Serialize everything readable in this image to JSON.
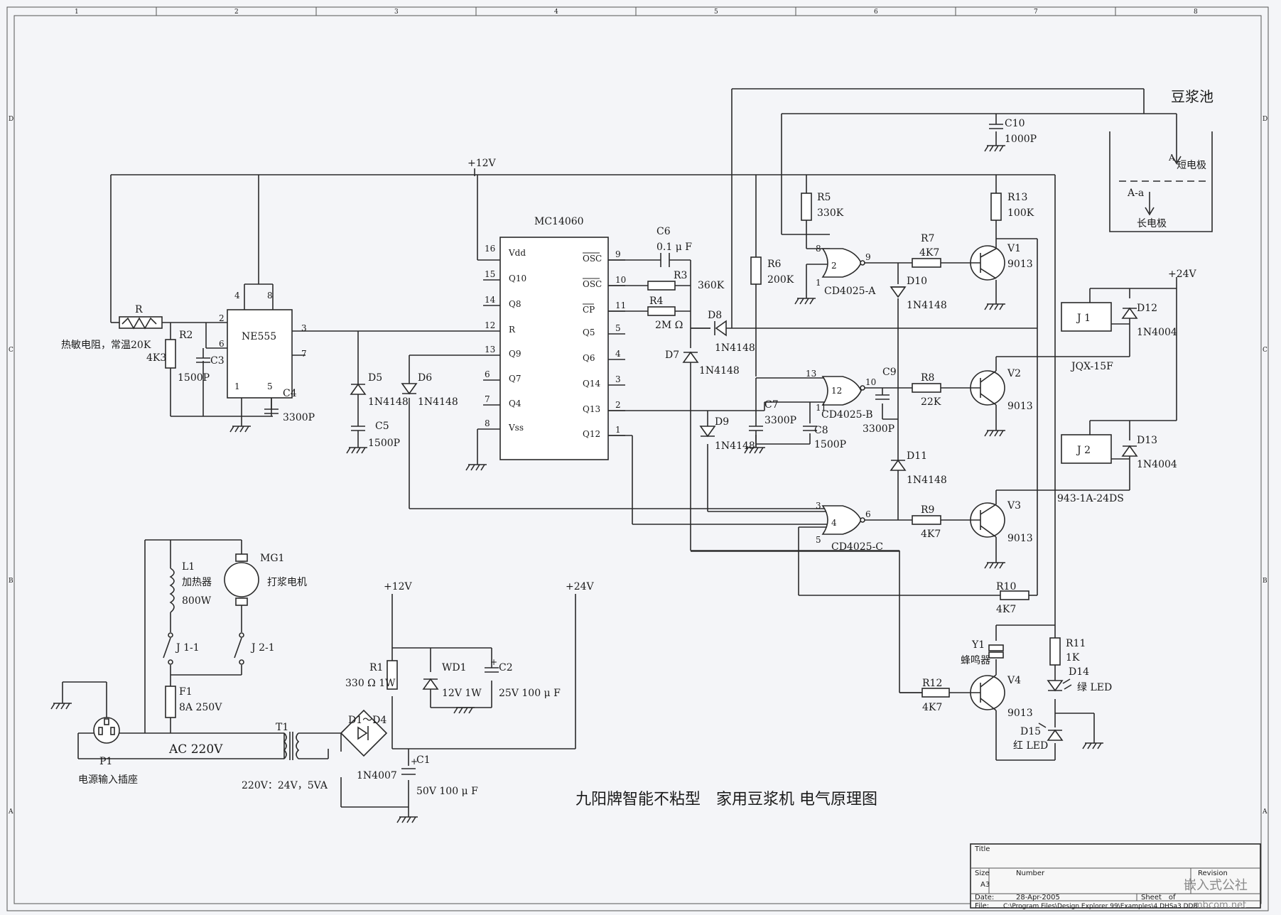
{
  "frame": {
    "col_marks": [
      "1",
      "2",
      "3",
      "4",
      "5",
      "6",
      "7",
      "8"
    ],
    "row_marks": [
      "D",
      "C",
      "B",
      "A"
    ]
  },
  "title": "九阳牌智能不粘型　家用豆浆机 电气原理图",
  "soy_tank": {
    "label": "豆浆池",
    "short_electrode": "短电极",
    "long_electrode": "长电极",
    "point_a": "A",
    "level": "A-a"
  },
  "rails": {
    "v12_main": "+12V",
    "v12_psu": "+12V",
    "v24_psu": "+24V",
    "v24_relay": "+24V"
  },
  "ics": {
    "ne555": {
      "name": "NE555",
      "pins": [
        "4",
        "8",
        "2",
        "6",
        "3",
        "7",
        "1",
        "5"
      ]
    },
    "mc14060": {
      "name": "MC14060",
      "left_pins": [
        {
          "num": "16",
          "name": "Vdd"
        },
        {
          "num": "15",
          "name": "Q10"
        },
        {
          "num": "14",
          "name": "Q8"
        },
        {
          "num": "12",
          "name": "R"
        },
        {
          "num": "13",
          "name": "Q9"
        },
        {
          "num": "6",
          "name": "Q7"
        },
        {
          "num": "7",
          "name": "Q4"
        },
        {
          "num": "8",
          "name": "Vss"
        }
      ],
      "right_pins": [
        {
          "num": "9",
          "name": "OSC"
        },
        {
          "num": "10",
          "name": "OSC"
        },
        {
          "num": "11",
          "name": "CP"
        },
        {
          "num": "5",
          "name": "Q5"
        },
        {
          "num": "4",
          "name": "Q6"
        },
        {
          "num": "3",
          "name": "Q14"
        },
        {
          "num": "2",
          "name": "Q13"
        },
        {
          "num": "1",
          "name": "Q12"
        }
      ]
    },
    "gate_a": {
      "name": "CD4025-A",
      "pins": [
        "8",
        "2",
        "1",
        "9"
      ]
    },
    "gate_b": {
      "name": "CD4025-B",
      "pins": [
        "13",
        "12",
        "11",
        "10"
      ]
    },
    "gate_c": {
      "name": "CD4025-C",
      "pins": [
        "3",
        "4",
        "5",
        "6"
      ]
    }
  },
  "components": {
    "thermistor": {
      "ref": "R",
      "note": "热敏电阻，常温20K"
    },
    "R2": {
      "ref": "R2",
      "value": "4K3"
    },
    "C3": {
      "ref": "C3",
      "value": "1500P"
    },
    "C4": {
      "ref": "C4",
      "value": "3300P"
    },
    "D5": {
      "ref": "D5",
      "value": "1N4148"
    },
    "D6": {
      "ref": "D6",
      "value": "1N4148"
    },
    "C5": {
      "ref": "C5",
      "value": "1500P"
    },
    "C6": {
      "ref": "C6",
      "value": "0.1 μ F"
    },
    "R3": {
      "ref": "R3",
      "value": "360K"
    },
    "R4": {
      "ref": "R4",
      "value": "2M Ω"
    },
    "D8": {
      "ref": "D8",
      "value": "1N4148"
    },
    "D7": {
      "ref": "D7",
      "value": "1N4148"
    },
    "D9": {
      "ref": "D9",
      "value": "1N4148"
    },
    "C7": {
      "ref": "C7",
      "value": "3300P"
    },
    "C8": {
      "ref": "C8",
      "value": "1500P"
    },
    "C9": {
      "ref": "C9",
      "value": "3300P"
    },
    "R5": {
      "ref": "R5",
      "value": "330K"
    },
    "R6": {
      "ref": "R6",
      "value": "200K"
    },
    "C10": {
      "ref": "C10",
      "value": "1000P"
    },
    "R13": {
      "ref": "R13",
      "value": "100K"
    },
    "R7": {
      "ref": "R7",
      "value": "4K7"
    },
    "R8": {
      "ref": "R8",
      "value": "22K"
    },
    "R9": {
      "ref": "R9",
      "value": "4K7"
    },
    "R10": {
      "ref": "R10",
      "value": "4K7"
    },
    "R11": {
      "ref": "R11",
      "value": "1K"
    },
    "R12": {
      "ref": "R12",
      "value": "4K7"
    },
    "D10": {
      "ref": "D10",
      "value": "1N4148"
    },
    "D11": {
      "ref": "D11",
      "value": "1N4148"
    },
    "V1": {
      "ref": "V1",
      "value": "9013"
    },
    "V2": {
      "ref": "V2",
      "value": "9013"
    },
    "V3": {
      "ref": "V3",
      "value": "9013"
    },
    "V4": {
      "ref": "V4",
      "value": "9013"
    },
    "J1": {
      "ref": "J 1",
      "value": "JQX-15F"
    },
    "J2": {
      "ref": "J 2",
      "value": "943-1A-24DS"
    },
    "D12": {
      "ref": "D12",
      "value": "1N4004"
    },
    "D13": {
      "ref": "D13",
      "value": "1N4004"
    },
    "Y1": {
      "ref": "Y1",
      "value": "蜂鸣器"
    },
    "D14": {
      "ref": "D14",
      "value": "绿 LED"
    },
    "D15": {
      "ref": "D15",
      "value": "红 LED"
    },
    "L1": {
      "ref": "L1",
      "name": "加热器",
      "value": "800W"
    },
    "MG1": {
      "ref": "MG1",
      "name": "打浆电机"
    },
    "J11": {
      "ref": "J 1-1"
    },
    "J21": {
      "ref": "J 2-1"
    },
    "F1": {
      "ref": "F1",
      "value": "8A 250V"
    },
    "P1": {
      "ref": "P1",
      "name": "电源输入插座"
    },
    "ac": {
      "label": "AC 220V"
    },
    "T1": {
      "ref": "T1",
      "value": "220V：24V，5VA"
    },
    "bridge": {
      "ref": "D1～D4",
      "value": "1N4007"
    },
    "R1": {
      "ref": "R1",
      "value": "330 Ω 1W"
    },
    "WD1": {
      "ref": "WD1",
      "value": "12V 1W"
    },
    "C2": {
      "ref": "C2",
      "value": "25V 100 μ F"
    },
    "C1": {
      "ref": "C1",
      "value": "50V 100 μ F"
    }
  },
  "title_block": {
    "title_label": "Title",
    "size_label": "Size",
    "size_value": "A3",
    "number_label": "Number",
    "revision_label": "Revision",
    "date_label": "Date:",
    "date_value": "28-Apr-2005",
    "sheet_label": "Sheet　of",
    "file_label": "File:",
    "file_value": "C:\\Program Files\\Design Explorer 99\\Examples\\4 DHSa3 DDB",
    "watermark_top": "嵌入式公社",
    "watermark_bottom": "mbcom.net"
  }
}
